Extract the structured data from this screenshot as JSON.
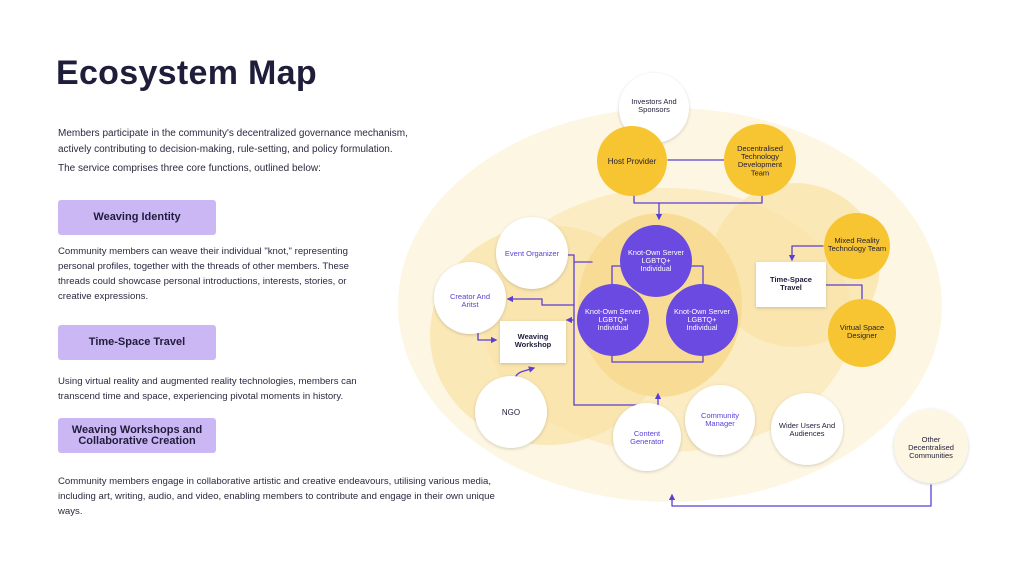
{
  "page": {
    "title": "Ecosystem Map",
    "intro": [
      "Members participate in the community's decentralized governance mechanism, actively contributing to decision-making, rule-setting, and policy formulation.",
      "The service comprises three core functions, outlined below:"
    ]
  },
  "functions": [
    {
      "label": "Weaving Identity",
      "description": "Community members can weave their individual \"knot,\" representing personal profiles, together with the threads of other members. These threads could showcase personal introductions, interests, stories, or creative expressions."
    },
    {
      "label": "Time-Space Travel",
      "description": "Using virtual reality and augmented reality technologies, members can transcend time and space, experiencing pivotal moments in history."
    },
    {
      "label": "Weaving Workshops and Collaborative Creation",
      "description": "Community members engage in collaborative artistic and creative endeavours, utilising various media, including art, writing, audio, and video, enabling members to contribute and engage in their own unique ways."
    }
  ],
  "diagram": {
    "colors": {
      "accent_purple": "#6a4ae0",
      "node_yellow": "#f7c531",
      "ring_light": "#fdf6e2",
      "ring_mid": "#fbecc3",
      "ring_deep": "#f8dc95",
      "arrow": "#5a3fd6"
    },
    "nodes": {
      "investors": [
        "Investors And",
        "Sponsors"
      ],
      "host_provider": [
        "Host Provider"
      ],
      "dev_team": [
        "Decentralised",
        "Technology",
        "Development",
        "Team"
      ],
      "mixed_reality": [
        "Mixed Reality",
        "Technology Team"
      ],
      "time_space": [
        "Time-Space",
        "Travel"
      ],
      "vs_designer": [
        "Virtual Space",
        "Designer"
      ],
      "event_organizer": [
        "Event Organizer"
      ],
      "creator_artist": [
        "Creator And",
        "Aritst"
      ],
      "weaving_workshop": [
        "Weaving",
        "Workshop"
      ],
      "knot_top": [
        "Knot-Own Server",
        "LGBTQ+",
        "Individual"
      ],
      "knot_left": [
        "Knot-Own Server",
        "LGBTQ+",
        "Individual"
      ],
      "knot_right": [
        "Knot-Own Server",
        "LGBTQ+",
        "Individual"
      ],
      "ngo": [
        "NGO"
      ],
      "content_generator": [
        "Content",
        "Generator"
      ],
      "community_manager": [
        "Community",
        "Manager"
      ],
      "wider_users": [
        "Wider Users And",
        "Audiences"
      ],
      "other_communities": [
        "Other",
        "Decentralised",
        "Communities"
      ]
    }
  }
}
